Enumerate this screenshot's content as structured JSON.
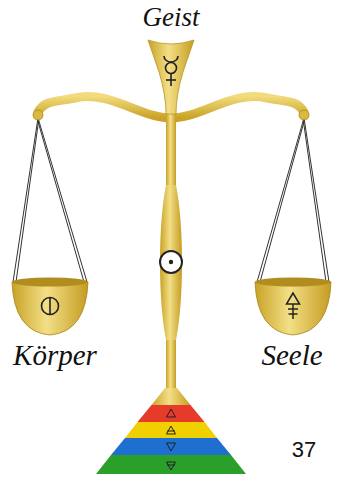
{
  "diagram": {
    "labels": [
      "Geist",
      "Körper",
      "Seele",
      "37"
    ]
  }
}
